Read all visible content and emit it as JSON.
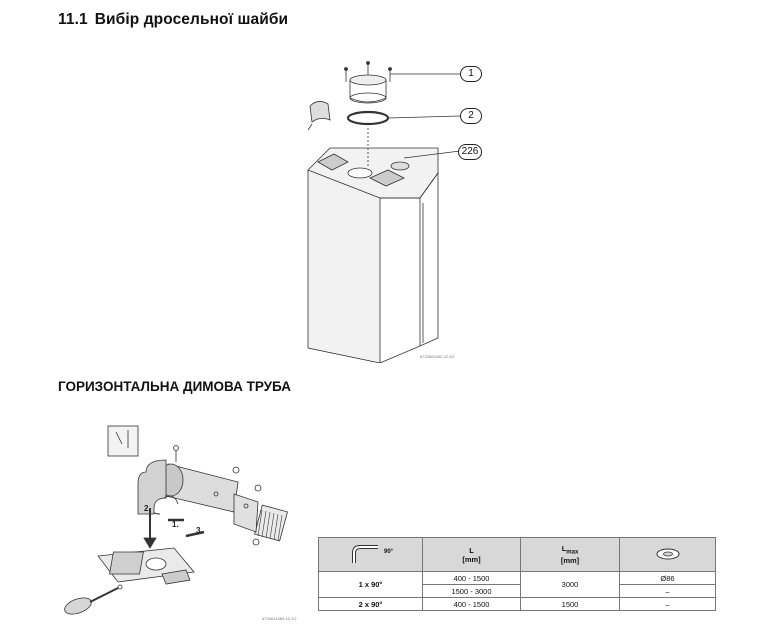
{
  "section": {
    "number": "11.1",
    "title": "Вибір дросельної шайби"
  },
  "figure1": {
    "callouts": [
      "1",
      "2",
      "226"
    ],
    "code": "6720600432-22.3O"
  },
  "subheading": "ГОРИЗОНТАЛЬНА ДИМОВА ТРУБА",
  "figure2": {
    "steps": [
      "1.",
      "2.",
      "3."
    ],
    "code": "6720614489-10.1O"
  },
  "table": {
    "header_icon_label": "90°",
    "col_l": "L",
    "col_l_unit": "[mm]",
    "col_lmax_base": "L",
    "col_lmax_sub": "max",
    "col_lmax_unit": "[mm]",
    "rows": [
      {
        "config": "1 x 90°",
        "l": "400 - 1500",
        "lmax": "3000",
        "orifice": "Ø86"
      },
      {
        "config": "",
        "l": "1500 - 3000",
        "lmax": "",
        "orifice": "–"
      },
      {
        "config": "2 x 90°",
        "l": "400 - 1500",
        "lmax": "1500",
        "orifice": "–"
      }
    ]
  }
}
